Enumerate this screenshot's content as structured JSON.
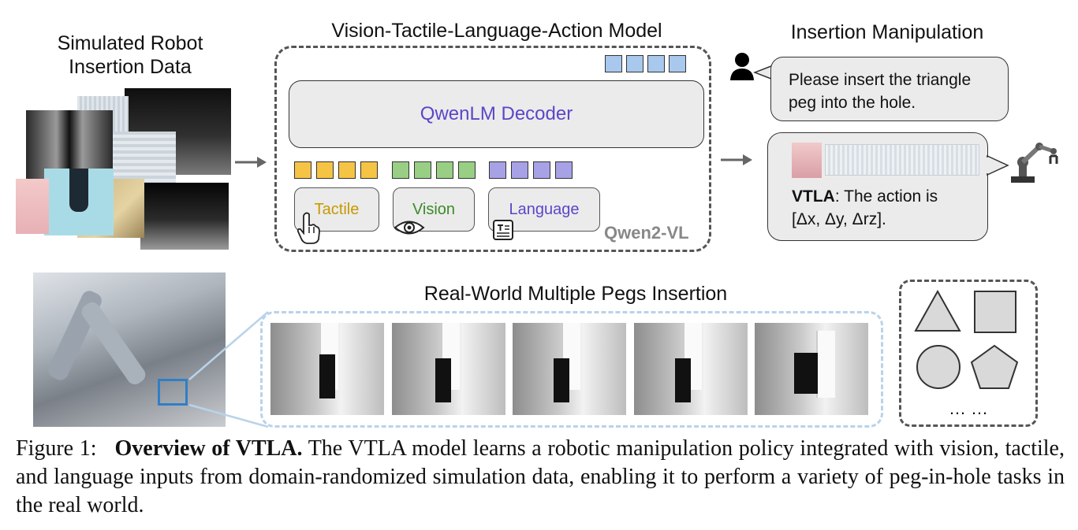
{
  "sim_section": {
    "title_line1": "Simulated Robot",
    "title_line2": "Insertion Data"
  },
  "model": {
    "title": "Vision-Tactile-Language-Action Model",
    "decoder_label": "QwenLM Decoder",
    "backbone_label": "Qwen2-VL",
    "inputs": [
      {
        "label": "Tactile",
        "color": "#c79a00",
        "icon": "hand-pointer-icon"
      },
      {
        "label": "Vision",
        "color": "#3d8a2a",
        "icon": "eye-icon"
      },
      {
        "label": "Language",
        "color": "#5b46c9",
        "icon": "document-icon"
      }
    ],
    "token_colors": {
      "tactile": "#f6c444",
      "vision": "#98cf85",
      "language": "#a7a2e6",
      "output": "#a9c8ee"
    }
  },
  "manipulation": {
    "title": "Insertion Manipulation",
    "instruction_line1": "Please insert the triangle",
    "instruction_line2": "peg into the hole.",
    "response_bold": "VTLA",
    "response_line1_rest": ": The action is",
    "response_line2": "[Δx, Δy, Δrz]."
  },
  "real_world": {
    "title": "Real-World Multiple Pegs Insertion",
    "ellipsis": "… …"
  },
  "caption": {
    "prefix": "Figure 1:",
    "bold": "Overview of VTLA.",
    "text": "The VTLA model learns a robotic manipulation policy integrated with vision, tactile, and language inputs from domain-randomized simulation data, enabling it to perform a variety of peg-in-hole tasks in the real world."
  }
}
